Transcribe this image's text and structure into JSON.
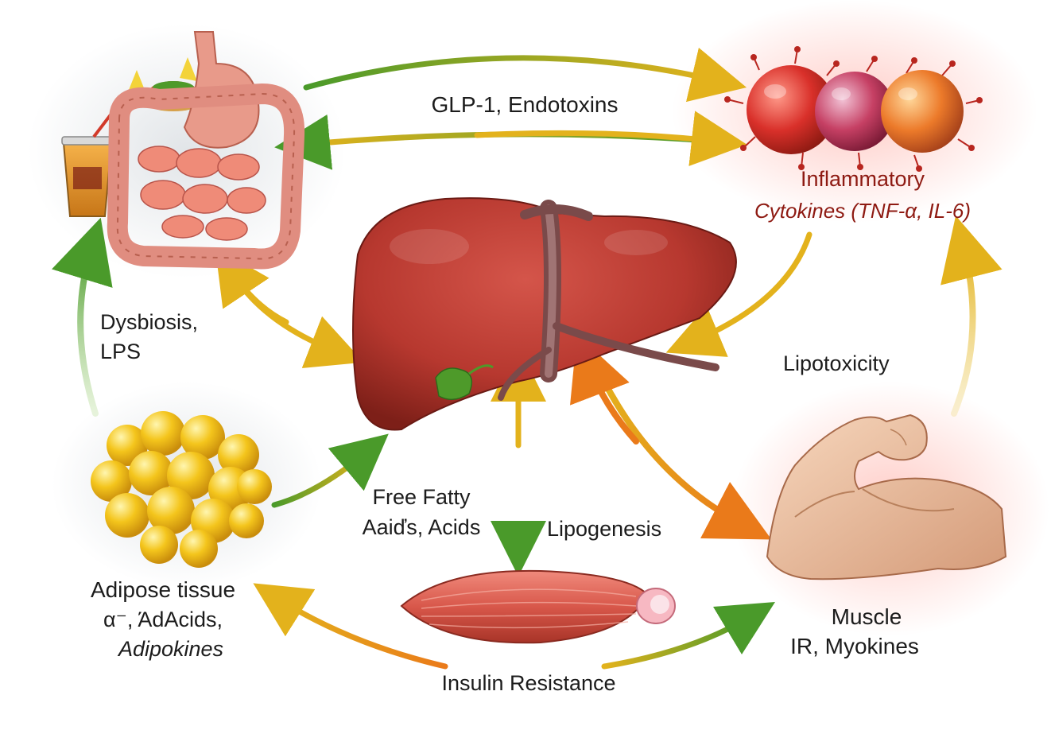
{
  "nodes": {
    "gut": {
      "icon": "gut-food-icon"
    },
    "cytokines": {
      "icon": "cytokine-cells-icon",
      "line1": "Inflammatory",
      "line2": "Cytokines (TNF-α, IL-6)"
    },
    "liver": {
      "icon": "liver-icon"
    },
    "adipose": {
      "icon": "fat-cells-icon",
      "line1": "Adipose tissue",
      "line2": "α⁻, ΆdAcids,",
      "line3": "Adipokines"
    },
    "muscle": {
      "icon": "flexed-arm-icon",
      "line1": "Muscle",
      "line2": "IR, Myokines"
    },
    "bottom_muscle": {
      "icon": "muscle-fiber-icon"
    }
  },
  "edge_labels": {
    "glp1": "GLP-1, Endotoxins",
    "dysbiosis_1": "Dysbiosis,",
    "dysbiosis_2": "LPS",
    "lipotoxicity": "Lipotoxicity",
    "ffa_1": "Free Fatty",
    "ffa_2": "Aaiďs, Acids",
    "lipogenesis": "Lipogenesis",
    "insulin_resistance": "Insulin Resistance"
  },
  "colors": {
    "arrow_green": "#4a9a2a",
    "arrow_yellow": "#e3b21c",
    "arrow_orange": "#ea7a1a",
    "liver": "#b7382f",
    "cytokine_red": "#d9302a",
    "fat_yellow": "#f4c51c",
    "text_red": "#8e1a12"
  }
}
